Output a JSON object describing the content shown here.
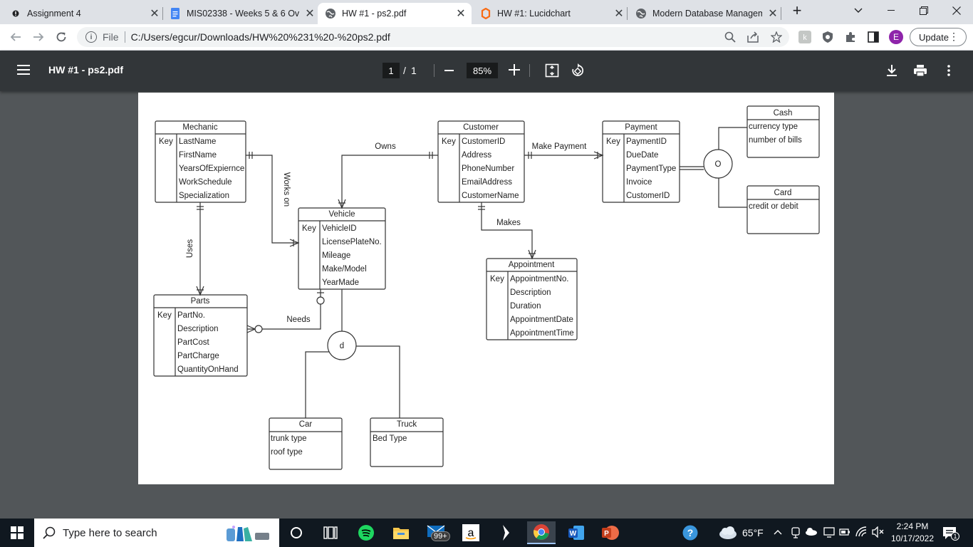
{
  "browser": {
    "tabs": [
      {
        "title": "Assignment 4",
        "icon": "info-dot-icon",
        "active": false
      },
      {
        "title": "MIS02338 - Weeks 5 & 6 Ove",
        "icon": "google-docs-icon",
        "active": false
      },
      {
        "title": "HW #1 - ps2.pdf",
        "icon": "globe-icon",
        "active": true
      },
      {
        "title": "HW #1: Lucidchart",
        "icon": "lucidchart-icon",
        "active": false
      },
      {
        "title": "Modern Database Managem",
        "icon": "globe-icon",
        "active": false
      }
    ],
    "new_tab_symbol": "+",
    "address": {
      "scheme_label": "File",
      "url": "C:/Users/egcur/Downloads/HW%20%231%20-%20ps2.pdf"
    },
    "profile_initial": "E",
    "update_label": "Update"
  },
  "pdf": {
    "title": "HW #1 - ps2.pdf",
    "page_current": "1",
    "page_separator": "/",
    "page_total": "1",
    "zoom": "85%"
  },
  "diagram": {
    "mechanic": {
      "title": "Mechanic",
      "key": "Key",
      "attrs": [
        "LastName",
        "FirstName",
        "YearsOfExpiernce",
        "WorkSchedule",
        "Specialization"
      ]
    },
    "vehicle": {
      "title": "Vehicle",
      "key": "Key",
      "attrs": [
        "VehicleID",
        "LicensePlateNo.",
        "Mileage",
        "Make/Model",
        "YearMade"
      ]
    },
    "customer": {
      "title": "Customer",
      "key": "Key",
      "attrs": [
        "CustomerID",
        "Address",
        "PhoneNumber",
        "EmailAddress",
        "CustomerName"
      ]
    },
    "payment": {
      "title": "Payment",
      "key": "Key",
      "attrs": [
        "PaymentID",
        "DueDate",
        "PaymentType",
        "Invoice",
        "CustomerID"
      ]
    },
    "cash": {
      "title": "Cash",
      "attrs": [
        "currency type",
        "number of bills"
      ]
    },
    "card": {
      "title": "Card",
      "attrs": [
        "credit or debit"
      ]
    },
    "parts": {
      "title": "Parts",
      "key": "Key",
      "attrs": [
        "PartNo.",
        "Description",
        "PartCost",
        "PartCharge",
        "QuantityOnHand"
      ]
    },
    "appointment": {
      "title": "Appointment",
      "key": "Key",
      "attrs": [
        "AppointmentNo.",
        "Description",
        "Duration",
        "AppointmentDate",
        "AppointmentTime"
      ]
    },
    "car": {
      "title": "Car",
      "attrs": [
        "trunk type",
        "roof type"
      ]
    },
    "truck": {
      "title": "Truck",
      "attrs": [
        "Bed Type"
      ]
    },
    "relationships": {
      "owns": "Owns",
      "make_payment": "Make Payment",
      "works_on": "Works on",
      "uses": "Uses",
      "makes": "Makes",
      "needs": "Needs"
    },
    "vehicle_subtype_symbol": "d",
    "payment_subtype_symbol": "O"
  },
  "taskbar": {
    "search_placeholder": "Type here to search",
    "mail_badge": "99+",
    "temperature": "65°F",
    "time": "2:24 PM",
    "date": "10/17/2022",
    "notification_count": "1"
  }
}
